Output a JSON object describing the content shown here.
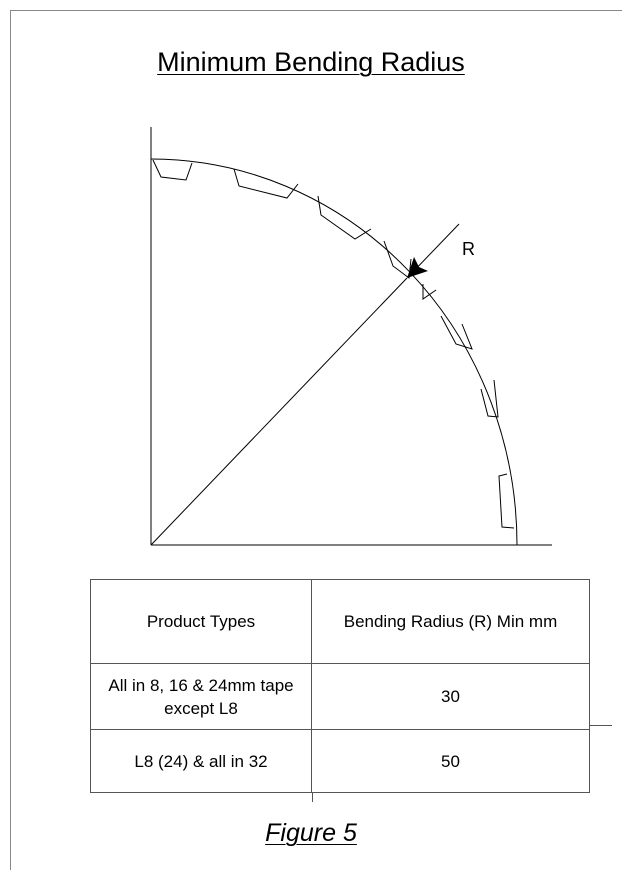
{
  "title": "Minimum Bending Radius",
  "diagram": {
    "radius_label": "R"
  },
  "table": {
    "headers": [
      "Product Types",
      "Bending Radius (R) Min mm"
    ],
    "rows": [
      {
        "product": "All in 8, 16 & 24mm tape except L8",
        "radius": "30"
      },
      {
        "product": "L8 (24) & all in  32",
        "radius": "50"
      }
    ]
  },
  "caption": "Figure 5"
}
